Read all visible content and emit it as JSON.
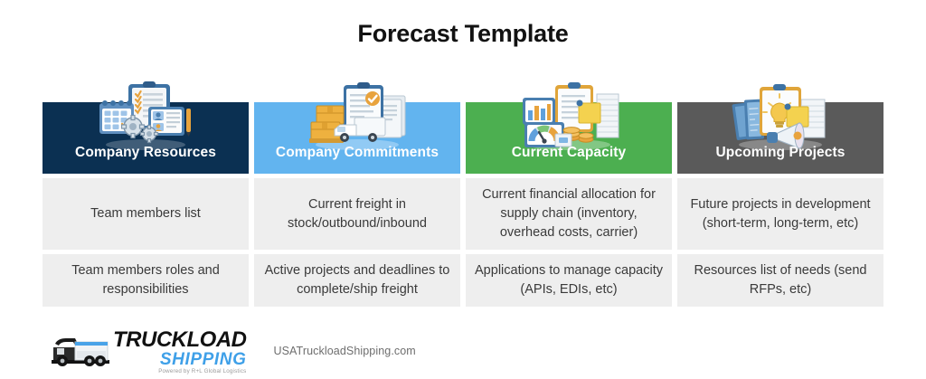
{
  "page": {
    "title": "Forecast Template"
  },
  "columns": [
    {
      "header": "Company Resources",
      "header_color": "#0b3052",
      "icon": "clipboard-calendar-gears-icon",
      "cells": [
        "Team members list",
        "Team members roles and responsibilities"
      ]
    },
    {
      "header": "Company Commitments",
      "header_color": "#62b4ef",
      "icon": "boxes-truck-clipboard-icon",
      "cells": [
        "Current freight in stock/outbound/inbound",
        "Active projects and deadlines to complete/ship freight"
      ]
    },
    {
      "header": "Current Capacity",
      "header_color": "#4caf50",
      "icon": "chart-gauge-coins-icon",
      "cells": [
        "Current financial allocation for supply chain (inventory, overhead costs, carrier)",
        "Applications to manage capacity (APIs, EDIs, etc)"
      ]
    },
    {
      "header": "Upcoming Projects",
      "header_color": "#5a5a5a",
      "icon": "lightbulb-megaphone-blueprint-icon",
      "cells": [
        "Future projects in development (short-term, long-term, etc)",
        "Resources list of needs (send RFPs, etc)"
      ]
    }
  ],
  "footer": {
    "logo_primary": "TRUCKLOAD",
    "logo_secondary": "SHIPPING",
    "logo_tagline": "Powered by R+L Global Logistics",
    "site_url": "USATruckloadShipping.com",
    "accent_color": "#3fa0e8"
  }
}
